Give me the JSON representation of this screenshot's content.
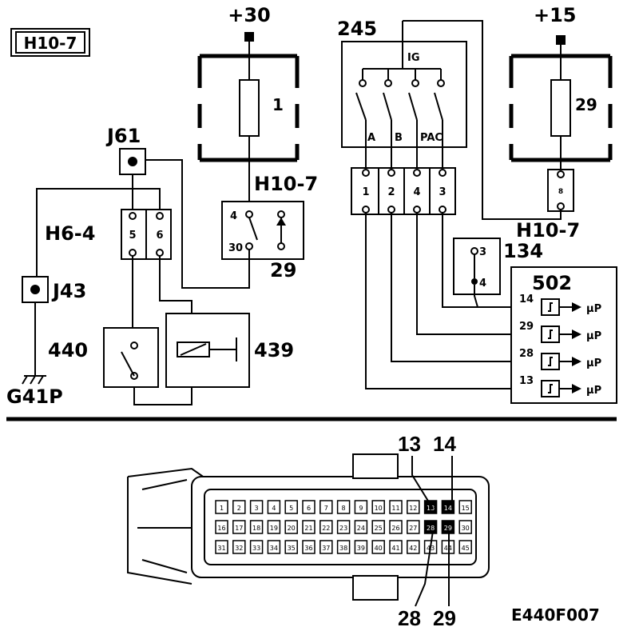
{
  "diagram_id": "H10-7",
  "power": {
    "batt": "+30",
    "ign": "+15"
  },
  "switch": {
    "number": "245",
    "ig_label": "IG",
    "positions": [
      "A",
      "B",
      "PAC"
    ]
  },
  "fuses": {
    "left": "1",
    "right": "29"
  },
  "connectors": {
    "j61": "J61",
    "j43": "J43",
    "ground": "G41P",
    "h6_4": "H6-4",
    "h6_4_pins": [
      "5",
      "6"
    ],
    "h10_7_top": "H10-7",
    "h10_7_pins": [
      "1",
      "2",
      "4",
      "3"
    ],
    "h10_7_right": "H10-7",
    "h10_7_right_pin": "8"
  },
  "relay29": {
    "number": "29",
    "pin_top": "4",
    "pin_bottom": "30"
  },
  "component_440": "440",
  "component_439": "439",
  "component_134": {
    "number": "134",
    "pin_top": "3",
    "pin_bottom": "4"
  },
  "module_502": {
    "number": "502",
    "inputs": [
      {
        "pin": "14",
        "target": "μP"
      },
      {
        "pin": "29",
        "target": "μP"
      },
      {
        "pin": "28",
        "target": "μP"
      },
      {
        "pin": "13",
        "target": "μP"
      }
    ]
  },
  "connector_view": {
    "row1": [
      "1",
      "2",
      "3",
      "4",
      "5",
      "6",
      "7",
      "8",
      "9",
      "10",
      "11",
      "12",
      "13",
      "14",
      "15"
    ],
    "row2": [
      "16",
      "17",
      "18",
      "19",
      "20",
      "21",
      "22",
      "23",
      "24",
      "25",
      "26",
      "27",
      "28",
      "29",
      "30"
    ],
    "row3": [
      "31",
      "32",
      "33",
      "34",
      "35",
      "36",
      "37",
      "38",
      "39",
      "40",
      "41",
      "42",
      "43",
      "44",
      "45"
    ],
    "callouts_top": [
      "13",
      "14"
    ],
    "callouts_bottom": [
      "28",
      "29"
    ]
  },
  "figure_code": "E440F007"
}
